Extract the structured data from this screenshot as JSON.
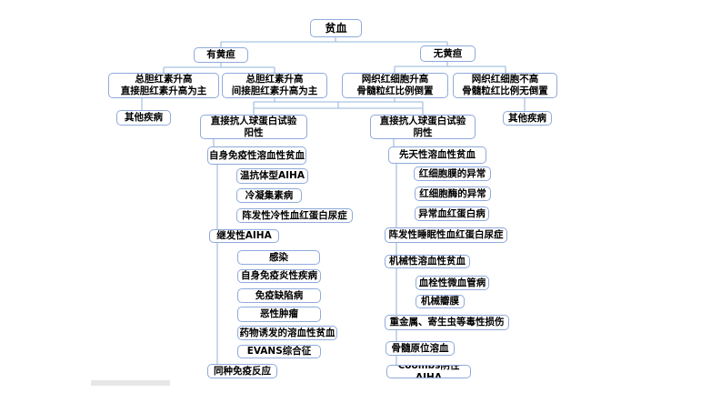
{
  "colors": {
    "background": "#ffffff",
    "box_border": "#8faadc",
    "connector": "#a9c3e2",
    "text": "#000000",
    "artifact_bar": "#e7e7e7"
  },
  "nodes": {
    "root": "贫血",
    "jaundice_yes": "有黄疸",
    "jaundice_no": "无黄疸",
    "tbil_direct": "总胆红素升高\n直接胆红素升高为主",
    "tbil_indirect": "总胆红素升高\n间接胆红素升高为主",
    "retic_high": "网织红细胞升高\n骨髓粒红比例倒置",
    "retic_not_high": "网织红细胞不高\n骨髓粒红比例无倒置",
    "other_disease_left": "其他疾病",
    "other_disease_right": "其他疾病",
    "dat_positive": "直接抗人球蛋白试验\n阳性",
    "dat_negative": "直接抗人球蛋白试验\n阴性",
    "aiha": "自身免疫性溶血性贫血",
    "congenital_hemolytic": "先天性溶血性贫血",
    "warm_aiha": "温抗体型AIHA",
    "cold_agglutinin": "冷凝集素病",
    "pch": "阵发性冷性血红蛋白尿症",
    "secondary_aiha": "继发性AIHA",
    "infection": "感染",
    "autoimmune_inflammatory": "自身免疫炎性疾病",
    "immunodeficiency": "免疫缺陷病",
    "malignancy": "恶性肿瘤",
    "drug_induced": "药物诱发的溶血性贫血",
    "evans": "EVANS综合征",
    "alloimmune": "同种免疫反应",
    "rbc_membrane": "红细胞膜的异常",
    "rbc_enzyme": "红细胞酶的异常",
    "hemoglobinopathy": "异常血红蛋白病",
    "pnh": "阵发性睡眠性血红蛋白尿症",
    "mechanical_hemolytic": "机械性溶血性贫血",
    "tma": "血栓性微血管病",
    "mechanical_valve": "机械瓣膜",
    "toxic_injury": "重金属、寄生虫等毒性损伤",
    "marrow_in_situ": "骨髓原位溶血",
    "coombs_negative_aiha": "Coombs阴性AIHA"
  }
}
